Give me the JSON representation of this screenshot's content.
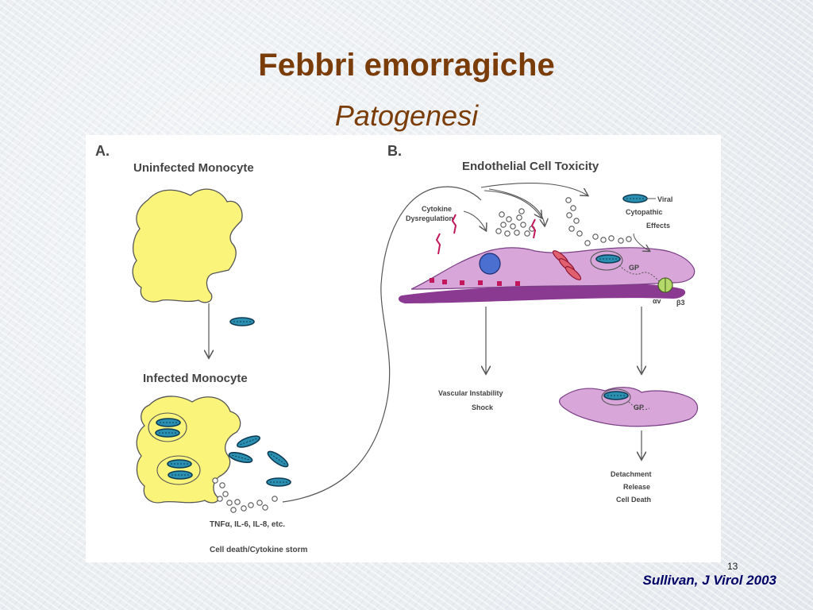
{
  "slide": {
    "title": "Febbri emorragiche",
    "subtitle": "Patogenesi",
    "page_number": "13",
    "citation": "Sullivan, J Virol 2003"
  },
  "figure": {
    "panel_a": {
      "letter": "A.",
      "uninfected_label": "Uninfected Monocyte",
      "infected_label": "Infected Monocyte",
      "cytokines_label": "TNFα, IL-6, IL-8, etc.",
      "storm_label": "Cell death/Cytokine storm"
    },
    "panel_b": {
      "letter": "B.",
      "title": "Endothelial Cell Toxicity",
      "cytokine_label_1": "Cytokine",
      "cytokine_label_2": "Dysregulation",
      "viral_label_1": "Viral",
      "viral_label_2": "Cytopathic",
      "viral_label_3": "Effects",
      "gp_label": "GP",
      "alpha_label": "αv",
      "beta_label": "β3",
      "vascular_label_1": "Vascular Instability",
      "vascular_label_2": "Shock",
      "gp_label_2": "GP",
      "outcome_1": "Detachment",
      "outcome_2": "Release",
      "outcome_3": "Cell Death"
    },
    "colors": {
      "monocyte": "#fbf47a",
      "endothelial": "#d8a6d9",
      "membrane": "#8b3a92",
      "virus": "#2a8fb0",
      "nucleus": "#4a6fd0",
      "cytokine_marker": "#c2185b",
      "integrin": "#b5d86a"
    }
  }
}
